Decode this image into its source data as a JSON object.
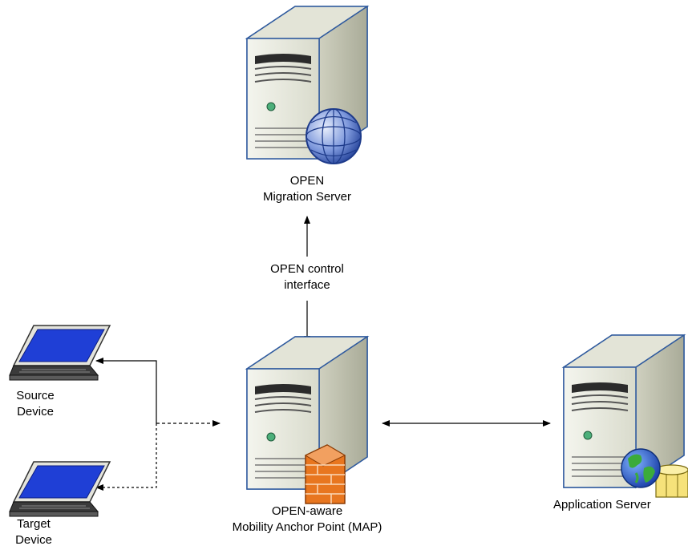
{
  "nodes": {
    "migration_server": {
      "line1": "OPEN",
      "line2": "Migration Server",
      "icon": "globe-badge"
    },
    "map_server": {
      "line1": "OPEN-aware",
      "line2": "Mobility Anchor Point (MAP)",
      "icon": "firewall-badge"
    },
    "application_server": {
      "line1": "Application Server",
      "icon": "globe-database-badge"
    },
    "source_device": {
      "line1": "Source",
      "line2": "Device"
    },
    "target_device": {
      "line1": "Target",
      "line2": "Device"
    }
  },
  "edges": {
    "control_interface": {
      "line1": "OPEN control",
      "line2": "interface"
    }
  },
  "colors": {
    "server_front": "#eeefe6",
    "server_side": "#c9cab8",
    "server_outline": "#2f5a9e",
    "screen": "#1f3fd6",
    "firewall": "#e8761f",
    "globe": "#4a6fc9",
    "arrow": "#000000"
  }
}
